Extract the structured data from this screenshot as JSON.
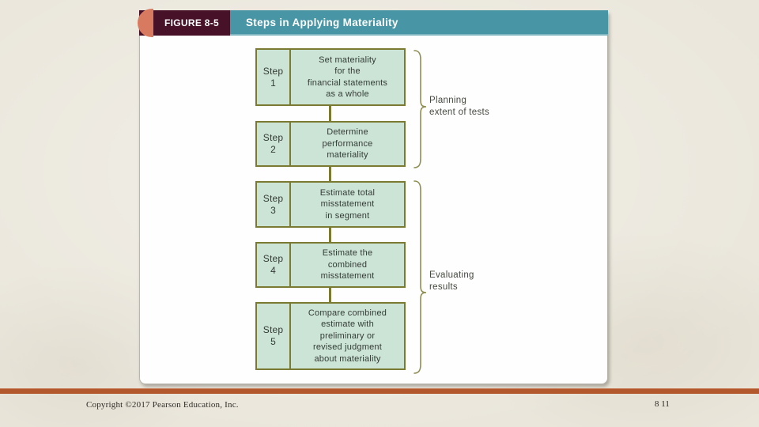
{
  "figure": {
    "label": "FIGURE 8-5",
    "title": "Steps in Applying Materiality",
    "colors": {
      "label_bg": "#471127",
      "title_bg": "#4896a5",
      "accent_circle": "#d87a5f",
      "box_fill": "#cbe4d5",
      "box_border": "#7b7a32",
      "brace_stroke": "#8e8d52"
    },
    "steps": [
      {
        "label": "Step\n1",
        "text": "Set materiality\nfor the\nfinancial statements\nas a whole"
      },
      {
        "label": "Step\n2",
        "text": "Determine\nperformance\nmateriality"
      },
      {
        "label": "Step\n3",
        "text": "Estimate total\nmisstatement\nin segment"
      },
      {
        "label": "Step\n4",
        "text": "Estimate the\ncombined\nmisstatement"
      },
      {
        "label": "Step\n5",
        "text": "Compare combined\nestimate with\npreliminary or\nrevised judgment\nabout materiality"
      }
    ],
    "groups": [
      {
        "label": "Planning\nextent of tests"
      },
      {
        "label": "Evaluating\nresults"
      }
    ]
  },
  "footer": {
    "rule_color": "#b3572d",
    "copyright": "Copyright ©2017 Pearson Education, Inc.",
    "page_number": "8 11"
  }
}
